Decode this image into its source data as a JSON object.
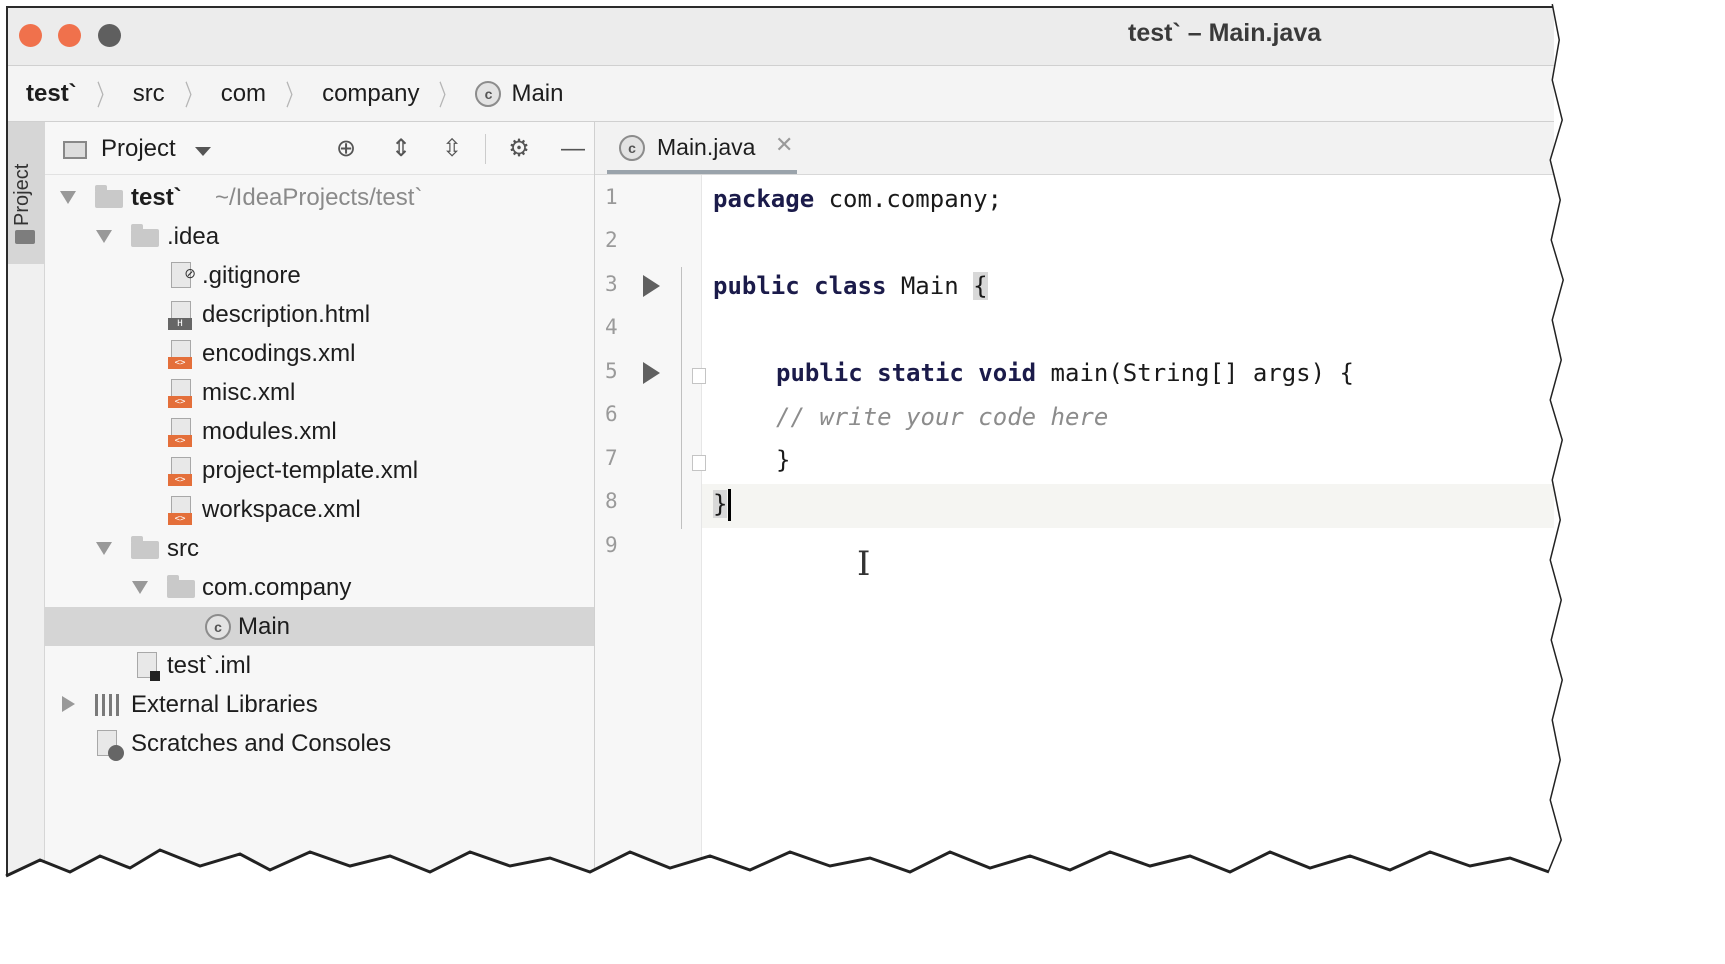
{
  "window": {
    "title": "test` – Main.java"
  },
  "breadcrumb": [
    {
      "label": "test`",
      "bold": true
    },
    {
      "label": "src"
    },
    {
      "label": "com"
    },
    {
      "label": "company"
    },
    {
      "label": "Main",
      "icon": "class-icon"
    }
  ],
  "side_stripe": {
    "label": "Project"
  },
  "project_panel": {
    "title": "Project",
    "tree": [
      {
        "label": "test`",
        "hint": "~/IdeaProjects/test`",
        "bold": true,
        "depth": 0,
        "expanded": true,
        "icon": "module-folder-icon"
      },
      {
        "label": ".idea",
        "depth": 1,
        "expanded": true,
        "icon": "folder-icon"
      },
      {
        "label": ".gitignore",
        "depth": 2,
        "icon": "ignore-file-icon"
      },
      {
        "label": "description.html",
        "depth": 2,
        "icon": "html-file-icon"
      },
      {
        "label": "encodings.xml",
        "depth": 2,
        "icon": "xml-file-icon"
      },
      {
        "label": "misc.xml",
        "depth": 2,
        "icon": "xml-file-icon"
      },
      {
        "label": "modules.xml",
        "depth": 2,
        "icon": "xml-file-icon"
      },
      {
        "label": "project-template.xml",
        "depth": 2,
        "icon": "xml-file-icon"
      },
      {
        "label": "workspace.xml",
        "depth": 2,
        "icon": "xml-file-icon"
      },
      {
        "label": "src",
        "depth": 1,
        "expanded": true,
        "icon": "folder-icon"
      },
      {
        "label": "com.company",
        "depth": 2,
        "expanded": true,
        "icon": "package-icon"
      },
      {
        "label": "Main",
        "depth": 3,
        "selected": true,
        "icon": "class-icon"
      },
      {
        "label": "test`.iml",
        "depth": 1,
        "icon": "iml-file-icon"
      },
      {
        "label": "External Libraries",
        "depth": 0,
        "collapsed": true,
        "icon": "library-icon"
      },
      {
        "label": "Scratches and Consoles",
        "depth": 0,
        "icon": "scratches-icon"
      }
    ]
  },
  "editor": {
    "tab": {
      "label": "Main.java"
    },
    "line_numbers": [
      "1",
      "2",
      "3",
      "4",
      "5",
      "6",
      "7",
      "8",
      "9"
    ],
    "lines": {
      "l1_kw": "package",
      "l1_rest": " com.company;",
      "l3_kw": "public class",
      "l3_rest": " Main ",
      "l3_brace": "{",
      "l5_kw": "public static void",
      "l5_rest": " main(String[] args) {",
      "l6_comment": "// write your code here",
      "l7": "}",
      "l8": "}"
    }
  },
  "colors": {
    "traffic_close": "#f0714c",
    "xml_badge": "#e46f3a"
  }
}
